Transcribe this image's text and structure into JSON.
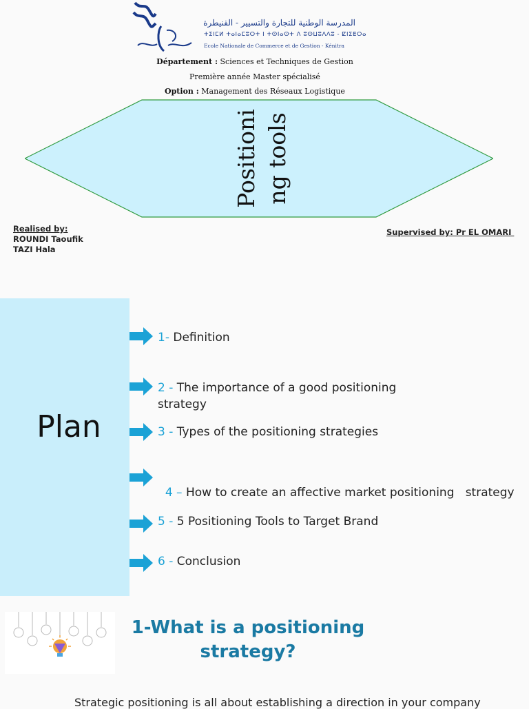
{
  "header": {
    "school_arabic": "المدرسة الوطنية للتجارة والتسيير - القنيطرة",
    "school_tifinagh": "ⵜⵉⵏⵎⵍ ⵜⴰⵏⴰⵎⵓⵔⵜ ⵏ ⵜⵙⵏⴰⵙⵜ ⴷ ⵓⵙⵡⵓⴷⴷⵓ - ⵇⵏⵉⵟⵔⴰ",
    "school_french": "Ecole Nationale de Commerce et de Gestion - Kénitra",
    "department_label": "Département :",
    "department_value": "Sciences et Techniques de Gestion",
    "year_line": "Première année Master spécialisé",
    "option_label": "Option :",
    "option_value": "Management des Réseaux Logistique"
  },
  "cover": {
    "title": "Positioning tools",
    "realised_label": "Realised by:",
    "author_1": "ROUNDI Taoufik",
    "author_2": "TAZI Hala",
    "supervised": "Supervised by: Pr EL OMARI "
  },
  "plan": {
    "title": "Plan",
    "items": [
      {
        "num": "1-",
        "text": " Definition"
      },
      {
        "num": "2 -",
        "text": " The importance of a good positioning strategy"
      },
      {
        "num": "3 -",
        "text": " Types of the positioning strategies"
      },
      {
        "num": "4 –",
        "text": " How to create an affective market positioning   strategy"
      },
      {
        "num": "5 -",
        "text": " 5 Positioning Tools to Target Brand"
      },
      {
        "num": "6 -",
        "text": " Conclusion"
      }
    ]
  },
  "section": {
    "heading": "1-What is a positioning strategy?",
    "body": "Strategic positioning is all about establishing a direction in your company"
  },
  "colors": {
    "hexagon_fill": "#ccf1fd",
    "hexagon_stroke": "#2f9a3e",
    "plan_panel": "#c9eefb",
    "arrow": "#1ba2d6",
    "heading": "#1a7aa3",
    "logo_blue": "#1a3a8a"
  },
  "icons": [
    "logo-swirl-icon",
    "university-emblem-icon",
    "arrow-right-icon",
    "lightbulbs-icon"
  ]
}
